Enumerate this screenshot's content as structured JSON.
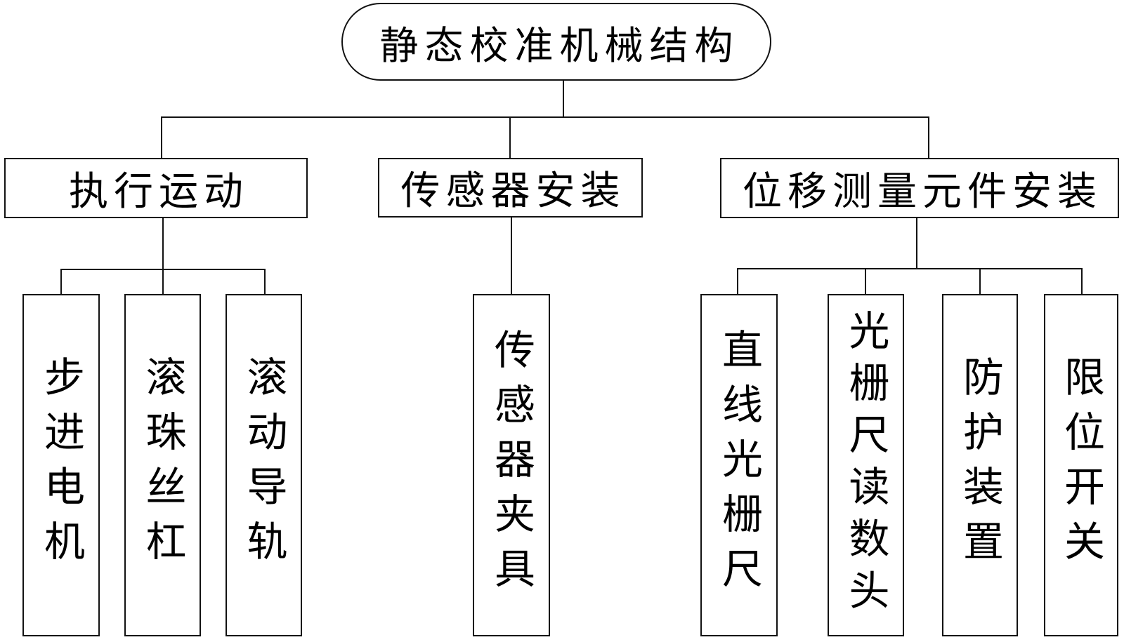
{
  "diagram": {
    "title": "静态校准机械结构",
    "root": {
      "label": "静态校准机械结构"
    },
    "branches": [
      {
        "label": "执行运动",
        "children": [
          "步进电机",
          "滚珠丝杠",
          "滚动导轨"
        ]
      },
      {
        "label": "传感器安装",
        "children": [
          "传感器夹具"
        ]
      },
      {
        "label": "位移测量元件安装",
        "children": [
          "直线光栅尺",
          "光栅尺读数头",
          "防护装置",
          "限位开关"
        ]
      }
    ],
    "colors": {
      "line": "#121212",
      "background": "#ffffff",
      "box_fill": "#ffffff",
      "text": "#000000"
    }
  }
}
